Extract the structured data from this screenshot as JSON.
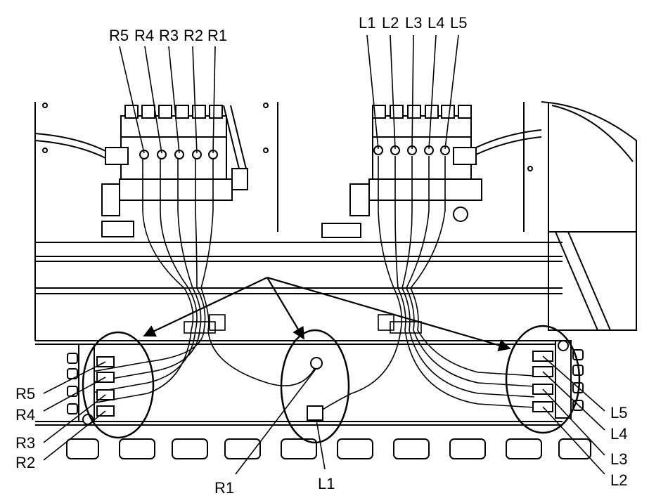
{
  "top_labels": {
    "right": [
      "R5",
      "R4",
      "R3",
      "R2",
      "R1"
    ],
    "left": [
      "L1",
      "L2",
      "L3",
      "L4",
      "L5"
    ]
  },
  "side_labels": {
    "right": [
      "R5",
      "R4",
      "R3",
      "R2"
    ],
    "left": [
      "L5",
      "L4",
      "L3",
      "L2"
    ]
  },
  "bottom_labels": {
    "r1": "R1",
    "l1": "L1"
  },
  "colors": {
    "line": "#000000",
    "background": "#ffffff",
    "shade": "#e8e8e8"
  }
}
